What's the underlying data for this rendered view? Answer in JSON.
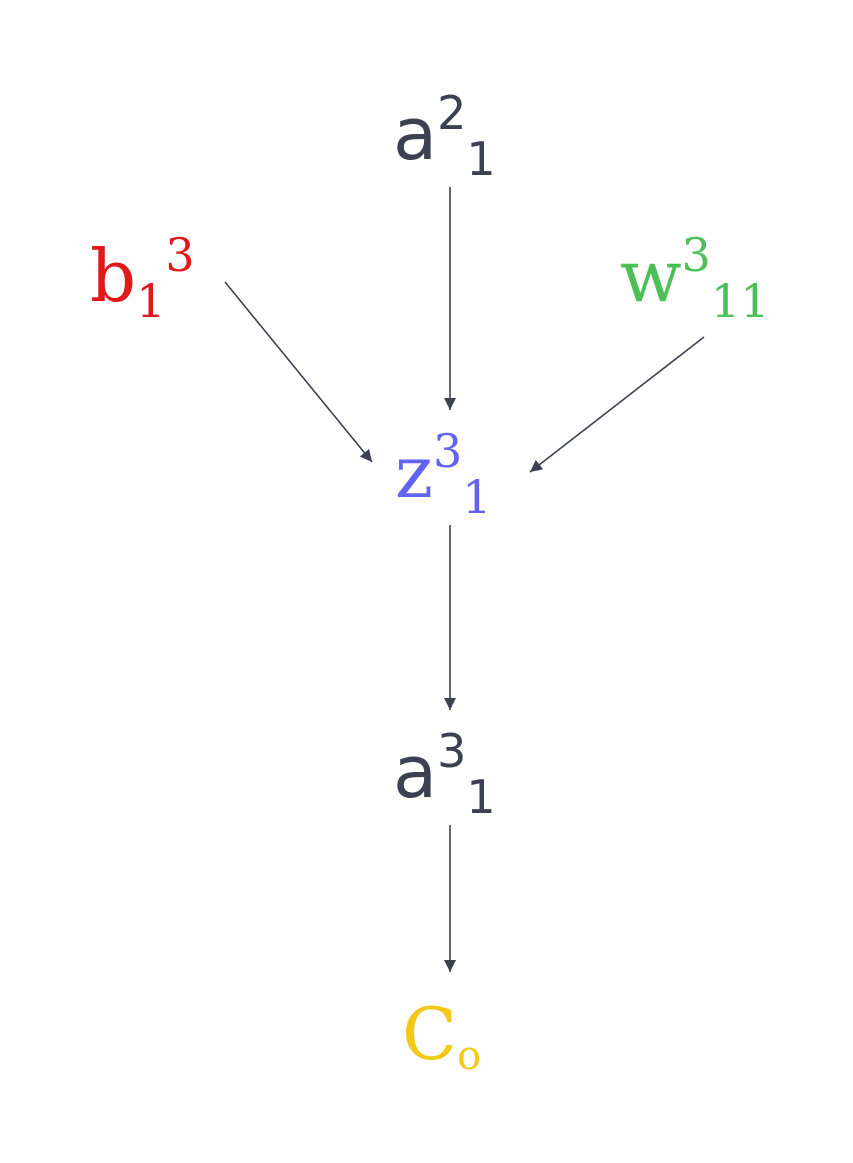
{
  "colors": {
    "dark": "#3b4150",
    "red": "#e0191c",
    "green": "#4cbf58",
    "blue": "#6263f0",
    "yellow": "#f4c816"
  },
  "nodes": {
    "a2_1": {
      "base": "a",
      "sup": "2",
      "sub": "1"
    },
    "b3_1": {
      "base": "b",
      "sub": "1",
      "sup": "3"
    },
    "w3_11": {
      "base": "w",
      "sup": "3",
      "sub": "11"
    },
    "z3_1": {
      "base": "z",
      "sup": "3",
      "sub": "1"
    },
    "a3_1": {
      "base": "a",
      "sup": "3",
      "sub": "1"
    },
    "c_o": {
      "base": "C",
      "sub": "o"
    }
  }
}
